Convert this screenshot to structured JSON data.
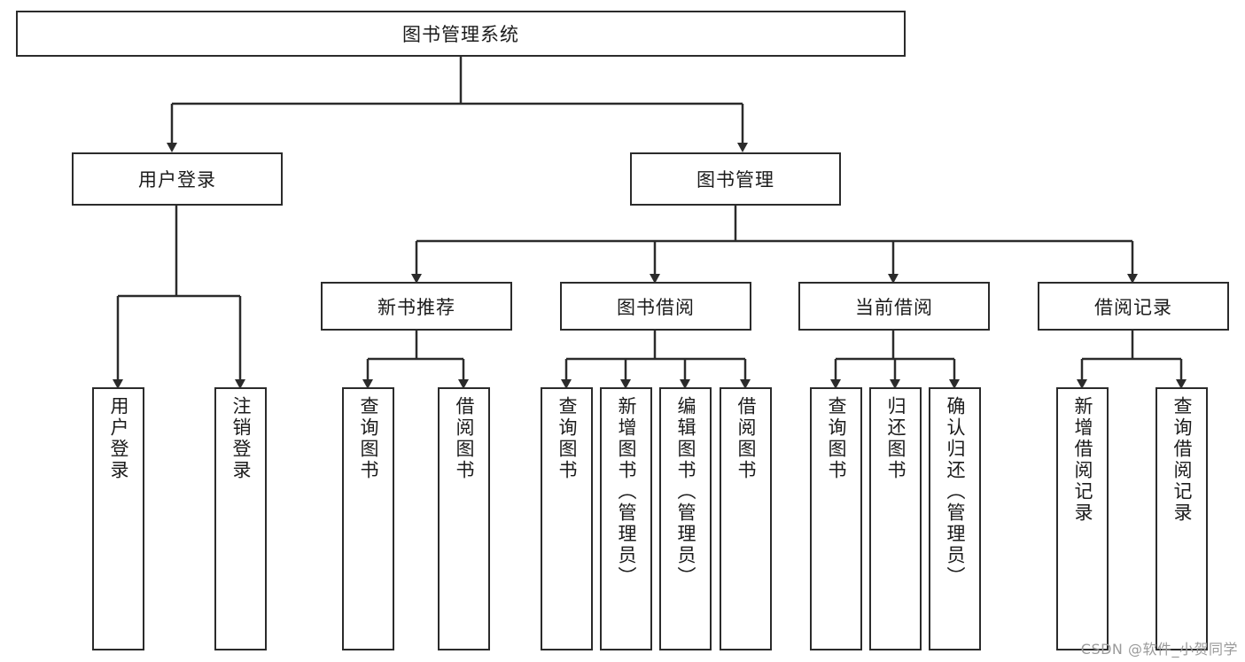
{
  "diagram": {
    "type": "tree-hierarchy",
    "title": "图书管理系统",
    "root": {
      "label": "图书管理系统",
      "orientation": "horizontal"
    },
    "level2": [
      {
        "label": "用户登录",
        "orientation": "horizontal"
      },
      {
        "label": "图书管理",
        "orientation": "horizontal"
      }
    ],
    "level3": [
      {
        "label": "新书推荐",
        "orientation": "horizontal",
        "parent": "图书管理"
      },
      {
        "label": "图书借阅",
        "orientation": "horizontal",
        "parent": "图书管理"
      },
      {
        "label": "当前借阅",
        "orientation": "horizontal",
        "parent": "图书管理"
      },
      {
        "label": "借阅记录",
        "orientation": "horizontal",
        "parent": "图书管理"
      }
    ],
    "leaves": {
      "user_login": [
        {
          "label": "用户登录",
          "orientation": "vertical"
        },
        {
          "label": "注销登录",
          "orientation": "vertical"
        }
      ],
      "new_book_recommend": [
        {
          "label": "查询图书",
          "orientation": "vertical"
        },
        {
          "label": "借阅图书",
          "orientation": "vertical"
        }
      ],
      "book_borrow": [
        {
          "label": "查询图书",
          "orientation": "vertical"
        },
        {
          "label": "新增图书（管理员）",
          "orientation": "vertical"
        },
        {
          "label": "编辑图书（管理员）",
          "orientation": "vertical"
        },
        {
          "label": "借阅图书",
          "orientation": "vertical"
        }
      ],
      "current_borrow": [
        {
          "label": "查询图书",
          "orientation": "vertical"
        },
        {
          "label": "归还图书",
          "orientation": "vertical"
        },
        {
          "label": "确认归还（管理员）",
          "orientation": "vertical"
        }
      ],
      "borrow_record": [
        {
          "label": "新增借阅记录",
          "orientation": "vertical"
        },
        {
          "label": "查询借阅记录",
          "orientation": "vertical"
        }
      ]
    }
  },
  "watermark": {
    "text": "CSDN @软件_小贺同学"
  },
  "colors": {
    "box_border": "#2b2b2b",
    "box_fill": "#ffffff",
    "line": "#2b2b2b",
    "text": "#1b1b1b",
    "watermark": "#9a9a9a",
    "background": "#ffffff"
  }
}
